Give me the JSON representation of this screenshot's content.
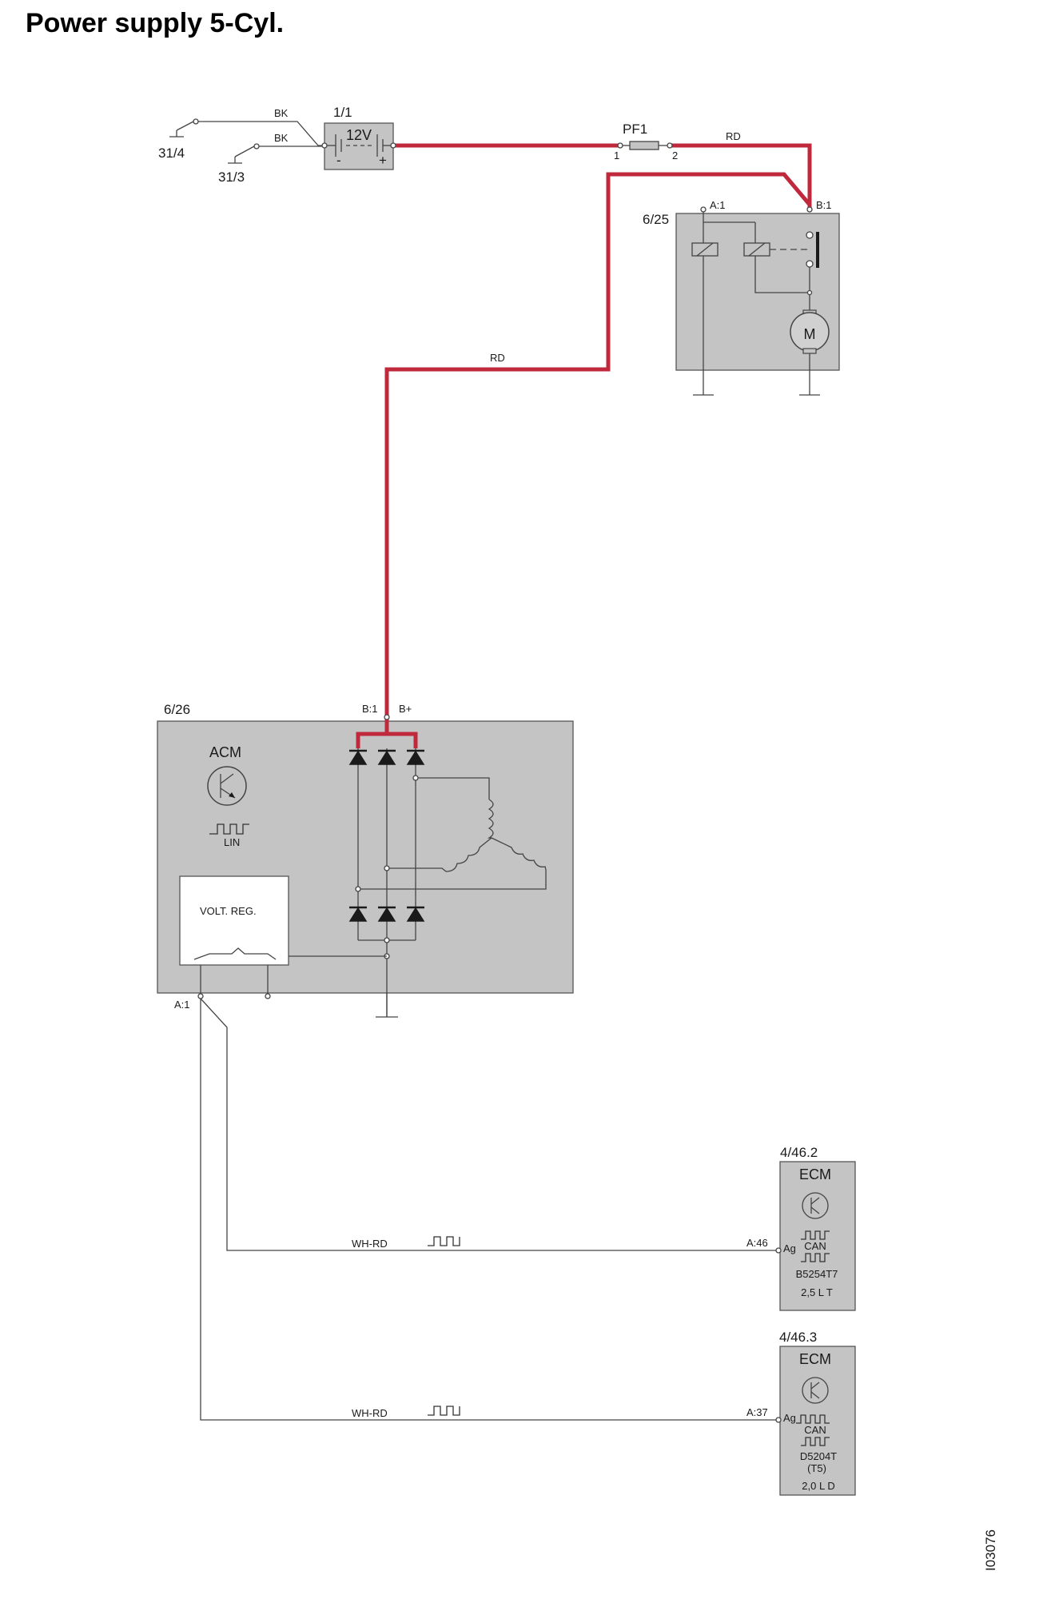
{
  "title": "Power supply 5-Cyl.",
  "ground_points": {
    "g1": "31/4",
    "g2": "31/3"
  },
  "battery": {
    "id": "1/1",
    "voltage": "12V",
    "minus": "-",
    "plus": "+"
  },
  "wire_colors": {
    "bk1": "BK",
    "bk2": "BK",
    "rd1": "RD",
    "rd2": "RD",
    "whrd1": "WH-RD",
    "whrd2": "WH-RD"
  },
  "fuse": {
    "id": "PF1",
    "pin1": "1",
    "pin2": "2"
  },
  "starter": {
    "id": "6/25",
    "pin_a": "A:1",
    "pin_b": "B:1",
    "motor": "M"
  },
  "alternator": {
    "id": "6/26",
    "pin_b1": "B:1",
    "pin_bplus": "B+",
    "pin_a1": "A:1",
    "module": "ACM",
    "lin": "LIN",
    "regulator": "VOLT. REG."
  },
  "ecm_1": {
    "id": "4/46.2",
    "name": "ECM",
    "ag": "Ag",
    "can": "CAN",
    "engine": "B5254T7",
    "variant": "2,5 L T",
    "pin": "A:46"
  },
  "ecm_2": {
    "id": "4/46.3",
    "name": "ECM",
    "ag": "Ag",
    "can": "CAN",
    "engine": "D5204T",
    "engine_sub": "(T5)",
    "variant": "2,0 L D",
    "pin": "A:37"
  },
  "figure_number": "I03076",
  "colors": {
    "power_wire": "#c0283c",
    "component_fill": "#c4c4c4",
    "thin_wire": "#444444"
  }
}
